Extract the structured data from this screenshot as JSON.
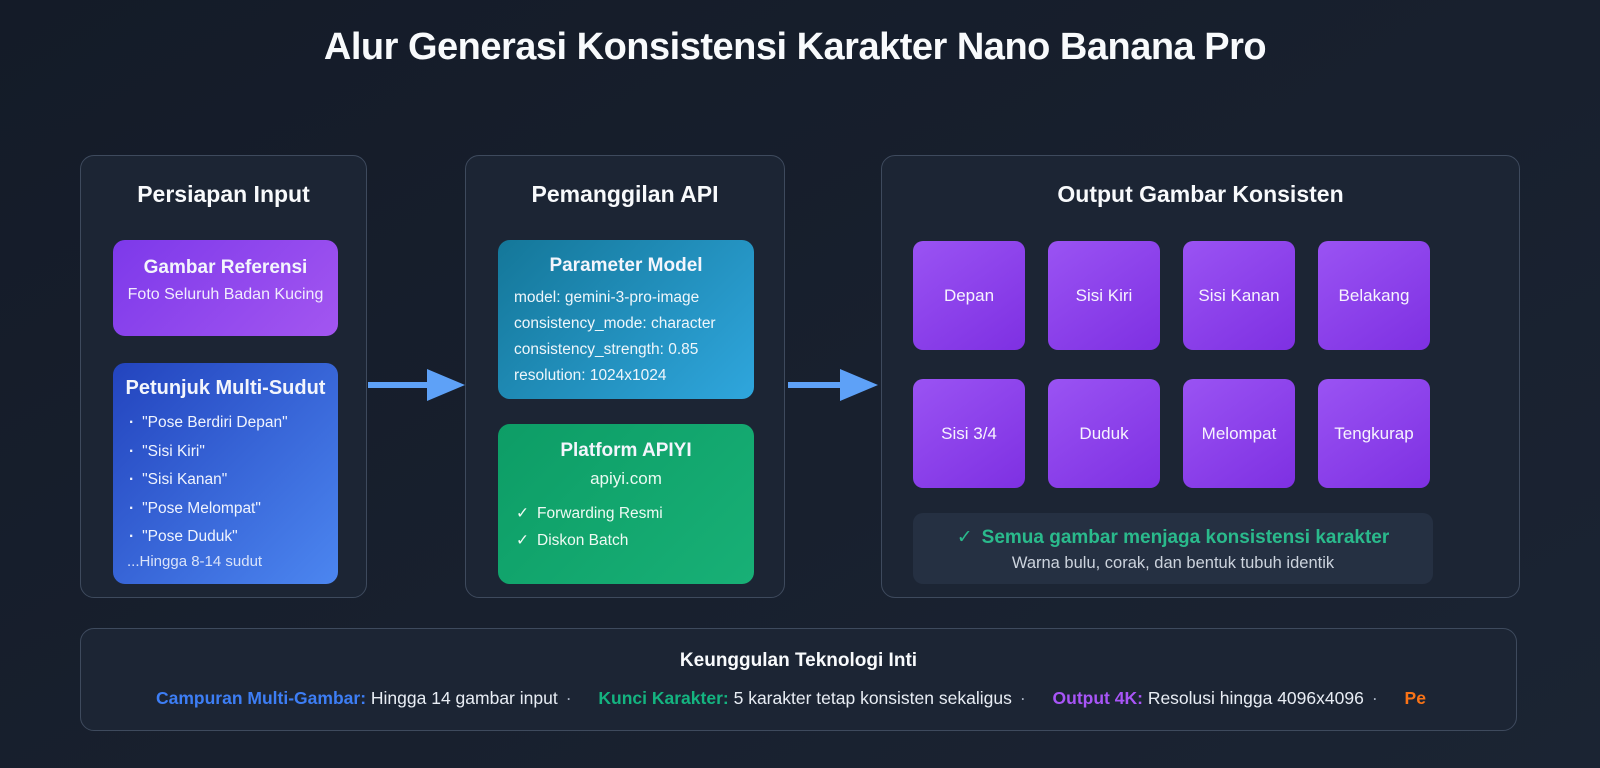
{
  "title": "Alur Generasi Konsistensi Karakter Nano Banana Pro",
  "panels": {
    "input": {
      "title": "Persiapan Input",
      "reference_card": {
        "title": "Gambar Referensi",
        "subtitle": "Foto Seluruh Badan Kucing"
      },
      "prompts_card": {
        "title": "Petunjuk Multi-Sudut",
        "items": [
          "\"Pose Berdiri Depan\"",
          "\"Sisi Kiri\"",
          "\"Sisi Kanan\"",
          "\"Pose Melompat\"",
          "\"Pose Duduk\""
        ],
        "footnote": "...Hingga 8-14 sudut"
      }
    },
    "api": {
      "title": "Pemanggilan API",
      "params_card": {
        "title": "Parameter Model",
        "lines": [
          "model: gemini-3-pro-image",
          "consistency_mode: character",
          "consistency_strength: 0.85",
          "resolution: 1024x1024"
        ]
      },
      "platform_card": {
        "title": "Platform APIYI",
        "domain": "apiyi.com",
        "check_mark": "✓",
        "checks": [
          "Forwarding Resmi",
          "Diskon Batch"
        ]
      }
    },
    "output": {
      "title": "Output Gambar Konsisten",
      "tiles": [
        "Depan",
        "Sisi Kiri",
        "Sisi Kanan",
        "Belakang",
        "Sisi 3/4",
        "Duduk",
        "Melompat",
        "Tengkurap"
      ],
      "note": {
        "mark": "✓",
        "highlight": "Semua gambar menjaga konsistensi karakter",
        "detail": "Warna bulu, corak, dan bentuk tubuh identik",
        "highlight_color": "#2aba8c"
      }
    }
  },
  "footer": {
    "title": "Keunggulan Teknologi Inti",
    "separator": "·",
    "features": [
      {
        "label": "Campuran Multi-Gambar:",
        "text": "Hingga 14 gambar input",
        "color": "#3d7ef5"
      },
      {
        "label": "Kunci Karakter:",
        "text": "5 karakter tetap konsisten sekaligus",
        "color": "#14b480"
      },
      {
        "label": "Output 4K:",
        "text": "Resolusi hingga 4096x4096",
        "color": "#a855f7"
      },
      {
        "label": "Pe",
        "text": "",
        "color": "#f97316"
      }
    ]
  },
  "colors": {
    "arrow": "#5ea1f7",
    "note_green": "#2aba8c"
  }
}
